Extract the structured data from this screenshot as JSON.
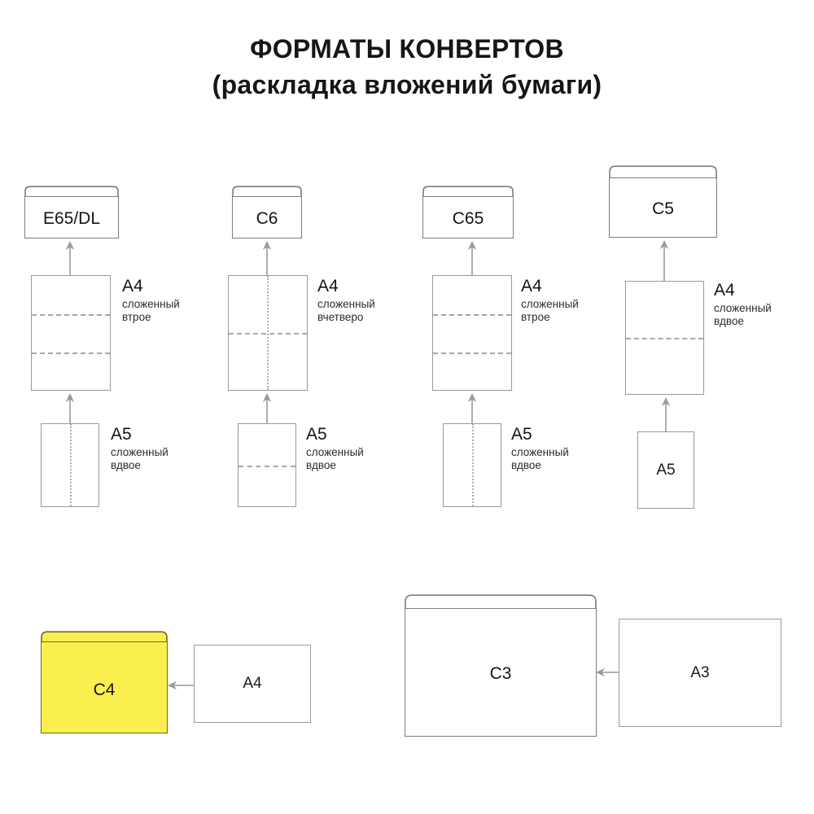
{
  "title": {
    "line1": "ФОРМАТЫ КОНВЕРТОВ",
    "line2": "(раскладка вложений бумаги)"
  },
  "colors": {
    "envelope_highlight": "#FBEF4F",
    "envelope_highlight_edge": "#6F6A22",
    "sheet_outline": "#9A9A9A",
    "envelope_outline": "#7D7D7D",
    "fold_line": "#A9A9A9",
    "text": "#141414"
  },
  "columns": [
    {
      "envelope": "E65/DL",
      "a4": {
        "format": "A4",
        "desc": "сложенный\nвтрое",
        "folds": "thirds-horizontal"
      },
      "a5": {
        "format": "A5",
        "desc": "сложенный\nвдвое",
        "folds": "half-vertical"
      }
    },
    {
      "envelope": "C6",
      "a4": {
        "format": "A4",
        "desc": "сложенный\nвчетверо",
        "folds": "quarters-cross"
      },
      "a5": {
        "format": "A5",
        "desc": "сложенный\nвдвое",
        "folds": "half-horizontal"
      }
    },
    {
      "envelope": "C65",
      "a4": {
        "format": "A4",
        "desc": "сложенный\nвтрое",
        "folds": "thirds-horizontal"
      },
      "a5": {
        "format": "A5",
        "desc": "сложенный\nвдвое",
        "folds": "half-vertical"
      }
    },
    {
      "envelope": "C5",
      "a4": {
        "format": "A4",
        "desc": "сложенный\nвдвое",
        "folds": "half-horizontal"
      },
      "a5": {
        "format": "A5",
        "desc": "",
        "folds": "none",
        "label_inside": true
      }
    }
  ],
  "bottom": [
    {
      "envelope": "C4",
      "highlighted": true,
      "sheet": "A4"
    },
    {
      "envelope": "C3",
      "highlighted": false,
      "sheet": "A3"
    }
  ]
}
